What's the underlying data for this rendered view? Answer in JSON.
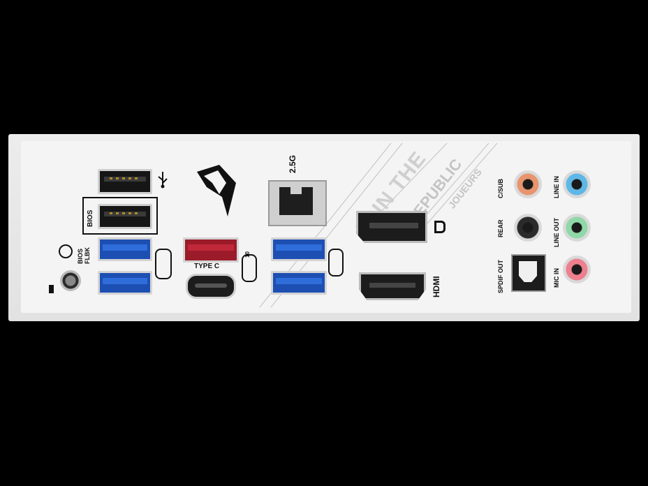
{
  "labels": {
    "bios": "BIOS",
    "bios_flbk": "BIOS FLBK",
    "type_c": "TYPE C",
    "lan_speed": "2.5G",
    "hdmi": "HDMI",
    "join_the": "JOIN THE",
    "republic": "REPUBLIC",
    "joueurs": "JOUEURS",
    "c_sub": "C/SUB",
    "rear": "REAR",
    "spdif_out": "SPDIF OUT",
    "line_in": "LINE IN",
    "line_out": "LINE OUT",
    "mic_in": "MIC IN",
    "ss10": "10"
  },
  "colors": {
    "background": "#000000",
    "shield": "#f4f4f4",
    "usb3_blue": "#1d4fb3",
    "usb_red": "#9b1b2a",
    "jack_orange": "#e8946e",
    "jack_blue": "#5fb7e6",
    "jack_green": "#8fd8a8",
    "jack_pink": "#ee7f8e",
    "jack_black": "#1a1a1a"
  },
  "icons": [
    "usb-icon",
    "superspeed-icon",
    "rog-logo-icon",
    "ethernet-port-icon",
    "displayport-icon",
    "hdmi-port-icon",
    "optical-spdif-icon",
    "bios-flashback-icon",
    "led-icon"
  ]
}
